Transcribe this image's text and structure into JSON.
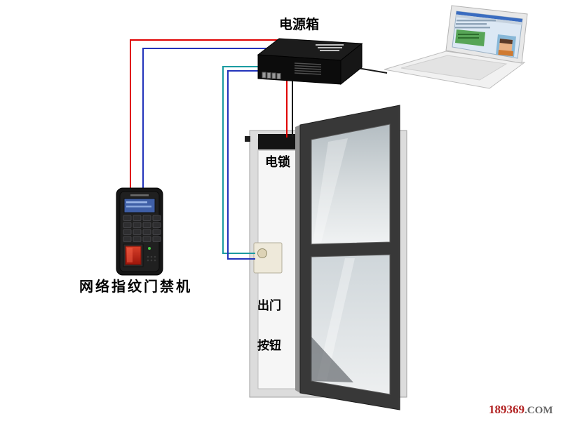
{
  "labels": {
    "power_box": "电源箱",
    "fingerprint_device": "网络指纹门禁机",
    "electric_lock": "电锁",
    "exit_button_line1": "出门",
    "exit_button_line2": "按钮"
  },
  "watermark": {
    "number": "189369",
    "suffix": ".COM"
  },
  "colors": {
    "wire_red": "#e00000",
    "wire_blue": "#2233bb",
    "wire_teal": "#1a9ba0",
    "wire_black": "#1a1a1a",
    "lcd_blue": "#3f5fa6",
    "fingerprint_sensor_red": "#c41f12",
    "watermark_number": "#b22222",
    "watermark_suffix": "#666666",
    "door_dark": "#383838",
    "wall_gray": "#dcdcdc"
  },
  "diagram": {
    "components": [
      {
        "id": "power-supply-box",
        "label": "电源箱"
      },
      {
        "id": "laptop",
        "label": ""
      },
      {
        "id": "fingerprint-access-controller",
        "label": "网络指纹门禁机"
      },
      {
        "id": "electric-lock",
        "label": "电锁"
      },
      {
        "id": "exit-button",
        "label": "出门按钮"
      },
      {
        "id": "glass-door",
        "label": ""
      }
    ],
    "connections": [
      {
        "from": "fingerprint-access-controller",
        "to": "power-supply-box",
        "color": "red"
      },
      {
        "from": "fingerprint-access-controller",
        "to": "power-supply-box",
        "color": "blue"
      },
      {
        "from": "power-supply-box",
        "to": "electric-lock",
        "color": "red"
      },
      {
        "from": "power-supply-box",
        "to": "electric-lock",
        "color": "black"
      },
      {
        "from": "power-supply-box",
        "to": "exit-button",
        "color": "teal"
      },
      {
        "from": "power-supply-box",
        "to": "exit-button",
        "color": "blue"
      },
      {
        "from": "laptop",
        "to": "power-supply-box",
        "color": "black"
      }
    ]
  }
}
